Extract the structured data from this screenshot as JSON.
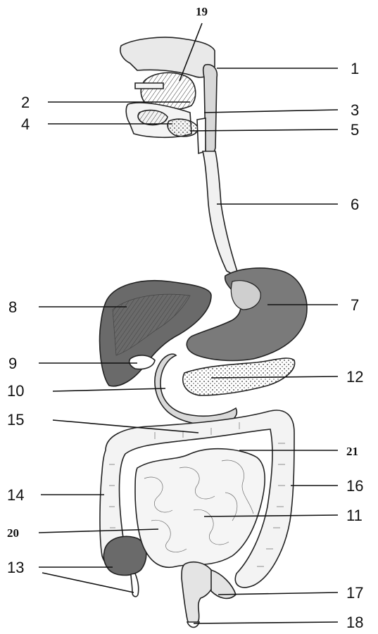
{
  "labels": {
    "n1": "1",
    "n2": "2",
    "n3": "3",
    "n4": "4",
    "n5": "5",
    "n6": "6",
    "n7": "7",
    "n8": "8",
    "n9": "9",
    "n10": "10",
    "n11": "11",
    "n12": "12",
    "n13": "13",
    "n14": "14",
    "n15": "15",
    "n16": "16",
    "n17": "17",
    "n18": "18",
    "n19": "19",
    "n20": "20",
    "n21": "21"
  },
  "colors": {
    "ink": "#111111",
    "background": "#ffffff",
    "shade": "#5a5a5a",
    "fill": "#ededed"
  }
}
